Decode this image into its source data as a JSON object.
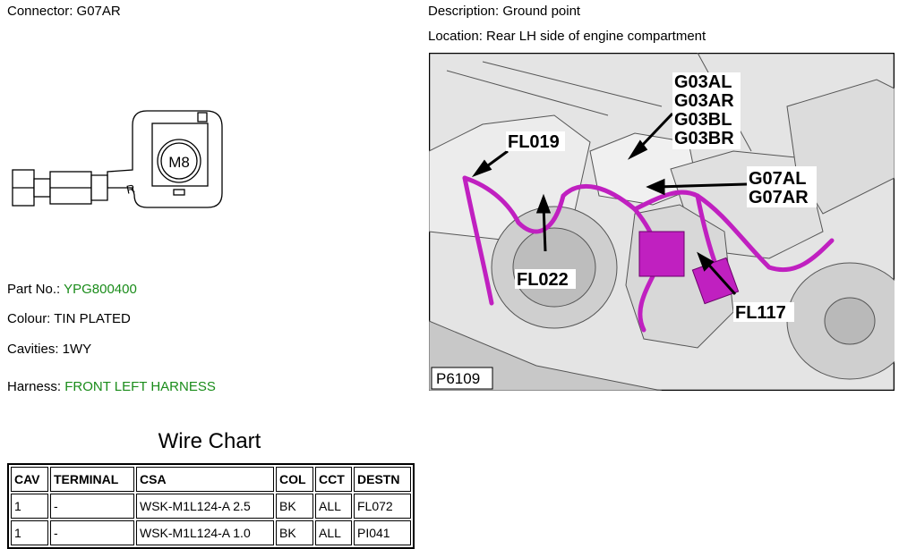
{
  "connector": {
    "label": "Connector: G07AR"
  },
  "description": {
    "label": "Description: Ground point"
  },
  "location": {
    "label": "Location: Rear LH side of engine compartment"
  },
  "part_no": {
    "label": "Part No.:",
    "value": "YPG800400"
  },
  "colour": {
    "label": "Colour: TIN PLATED"
  },
  "cavities": {
    "label": "Cavities: 1WY"
  },
  "harness": {
    "label": "Harness:",
    "value": "FRONT LEFT HARNESS"
  },
  "connector_drawing": {
    "stud_label": "M8",
    "marking": "R"
  },
  "photo": {
    "callouts": {
      "g03": [
        "G03AL",
        "G03AR",
        "G03BL",
        "G03BR"
      ],
      "g07": [
        "G07AL",
        "G07AR"
      ],
      "fl019": "FL019",
      "fl022": "FL022",
      "fl117": "FL117"
    },
    "ref": "P6109"
  },
  "colors": {
    "harness_magenta": "#c020c0",
    "link_green": "#1a8c1a"
  },
  "wire_chart": {
    "title": "Wire Chart",
    "headers": [
      "CAV",
      "TERMINAL",
      "CSA",
      "COL",
      "CCT",
      "DESTN"
    ],
    "rows": [
      [
        "1",
        "-",
        "WSK-M1L124-A 2.5",
        "BK",
        "ALL",
        "FL072"
      ],
      [
        "1",
        "-",
        "WSK-M1L124-A 1.0",
        "BK",
        "ALL",
        "PI041"
      ]
    ]
  }
}
